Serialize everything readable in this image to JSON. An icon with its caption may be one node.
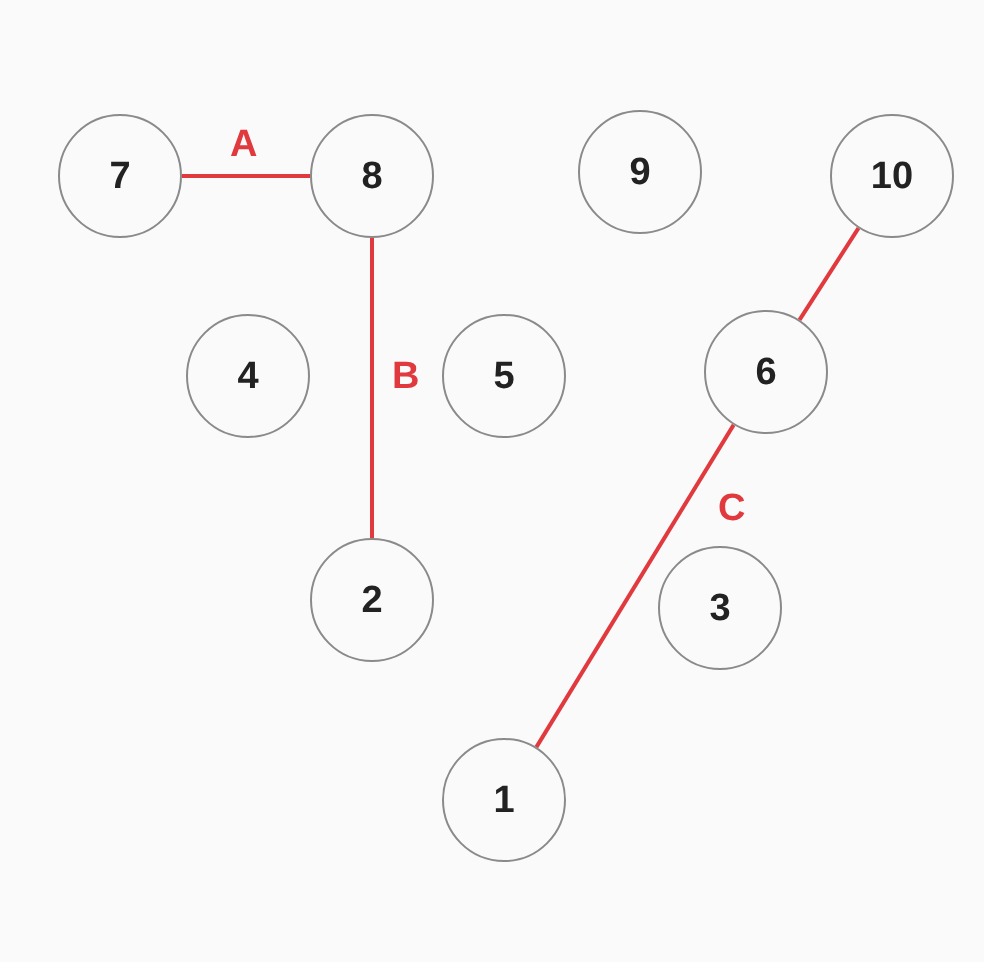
{
  "diagram": {
    "nodes": [
      {
        "text": [
          "7"
        ]
      },
      {
        "text": [
          "8"
        ]
      },
      {
        "text": [
          "9"
        ]
      },
      {
        "text": [
          "10"
        ]
      },
      {
        "text": [
          "4"
        ]
      },
      {
        "text": [
          "5"
        ]
      },
      {
        "text": [
          "6"
        ]
      },
      {
        "text": [
          "2"
        ]
      },
      {
        "text": [
          "3"
        ]
      },
      {
        "text": [
          "1"
        ]
      }
    ],
    "edges": [
      {
        "from": 0,
        "to": 1,
        "arrow": "none",
        "label": "A"
      },
      {
        "from": 1,
        "to": 7,
        "arrow": "none",
        "label": "B"
      },
      {
        "from": 9,
        "to": 6,
        "arrow": "none",
        "label": "C"
      },
      {
        "from": 6,
        "to": 3,
        "arrow": "none"
      }
    ]
  }
}
